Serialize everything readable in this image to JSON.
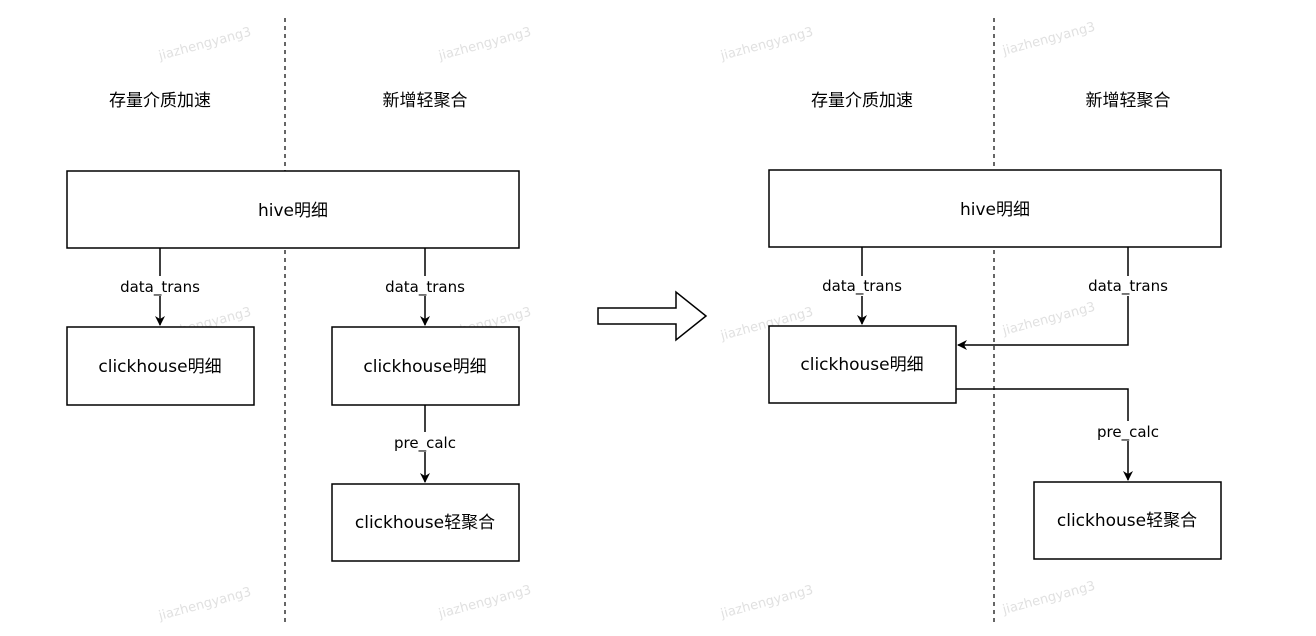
{
  "watermark": "jiazhengyang3",
  "left_diagram": {
    "header_left": "存量介质加速",
    "header_right": "新增轻聚合",
    "hive_box": "hive明细",
    "ch_detail_left": "clickhouse明细",
    "ch_detail_right": "clickhouse明细",
    "ch_agg": "clickhouse轻聚合",
    "edge_data_trans_left": "data_trans",
    "edge_data_trans_right": "data_trans",
    "edge_pre_calc": "pre_calc"
  },
  "right_diagram": {
    "header_left": "存量介质加速",
    "header_right": "新增轻聚合",
    "hive_box": "hive明细",
    "ch_detail": "clickhouse明细",
    "ch_agg": "clickhouse轻聚合",
    "edge_data_trans_left": "data_trans",
    "edge_data_trans_right": "data_trans",
    "edge_pre_calc": "pre_calc"
  }
}
